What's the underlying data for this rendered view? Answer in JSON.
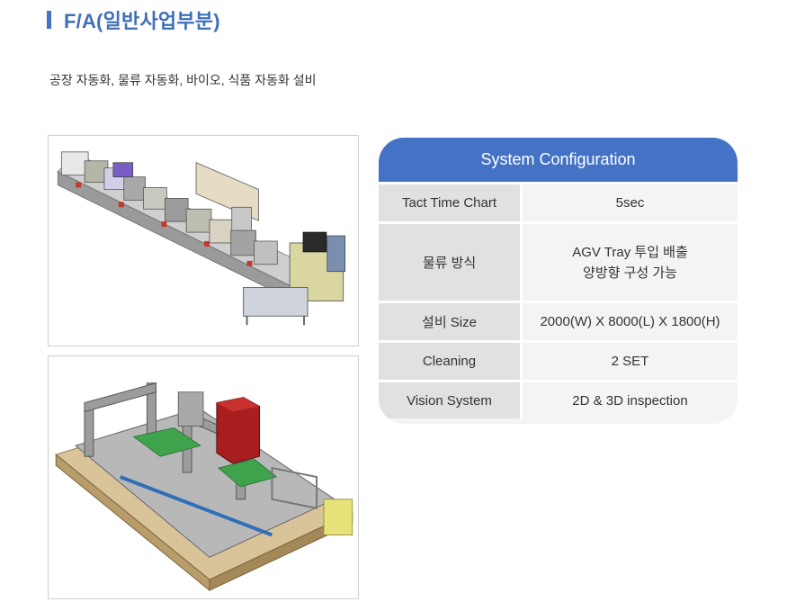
{
  "section": {
    "title": "F/A(일반사업부분)",
    "subtitle": "공장 자동화, 물류 자동화, 바이오, 식품 자동화 설비",
    "accent_color": "#4472c4"
  },
  "images": {
    "top": {
      "icon": "assembly-line-machine-image"
    },
    "bottom": {
      "icon": "gantry-machine-image"
    }
  },
  "config": {
    "header": "System Configuration",
    "rows": [
      {
        "label": "Tact Time Chart",
        "value": [
          "5sec"
        ]
      },
      {
        "label": "물류 방식",
        "value": [
          "AGV Tray 투입 배출",
          "양방향 구성 가능"
        ]
      },
      {
        "label": "설비 Size",
        "value": [
          "2000(W) X 8000(L) X 1800(H)"
        ]
      },
      {
        "label": "Cleaning",
        "value": [
          "2 SET"
        ]
      },
      {
        "label": "Vision System",
        "value": [
          "2D & 3D inspection"
        ]
      }
    ]
  }
}
